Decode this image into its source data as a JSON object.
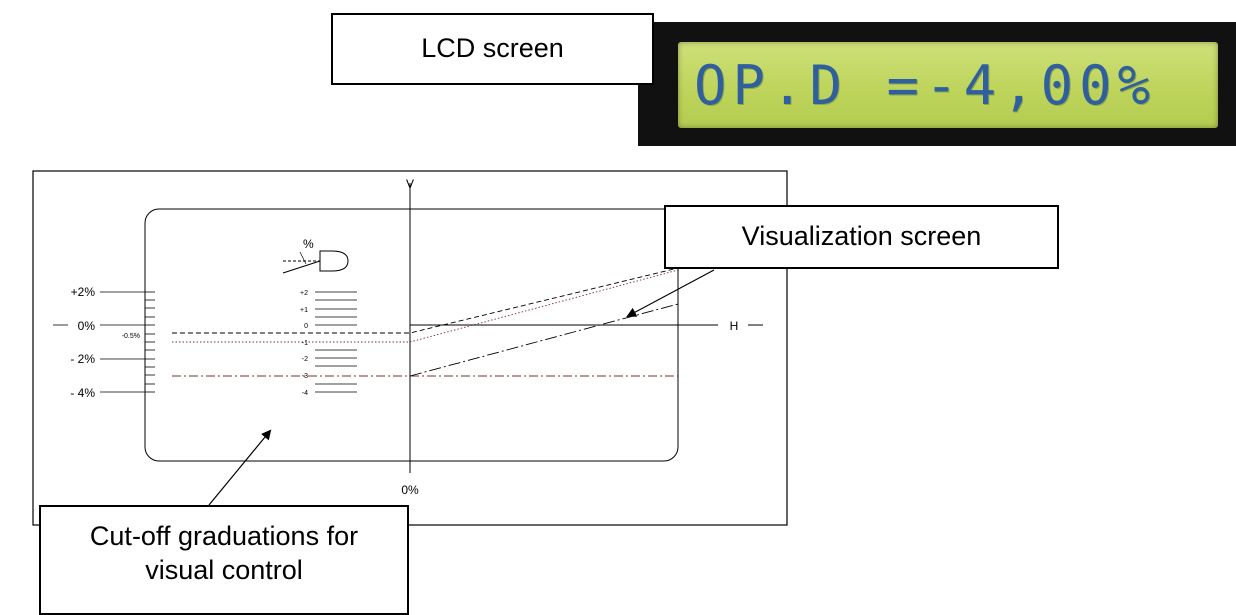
{
  "callouts": {
    "lcd": "LCD screen",
    "visualization": "Visualization screen",
    "cutoff": "Cut-off graduations  for visual control"
  },
  "lcd_display": {
    "text": "OP.D =-4,00%",
    "colors": {
      "background": "#bed45c",
      "text": "#2f5f9e",
      "bezel": "#111111"
    }
  },
  "diagram": {
    "v_axis_label": "V",
    "h_axis_label": "H",
    "bottom_label": "0%",
    "lamp_percent_label": "%",
    "left_scale": [
      "+2%",
      "0%",
      "-0.5%",
      "- 2%",
      "- 4%"
    ],
    "mid_scale": [
      "+2",
      "+1",
      "0",
      "-1",
      "-2",
      "-3",
      "-4"
    ]
  }
}
